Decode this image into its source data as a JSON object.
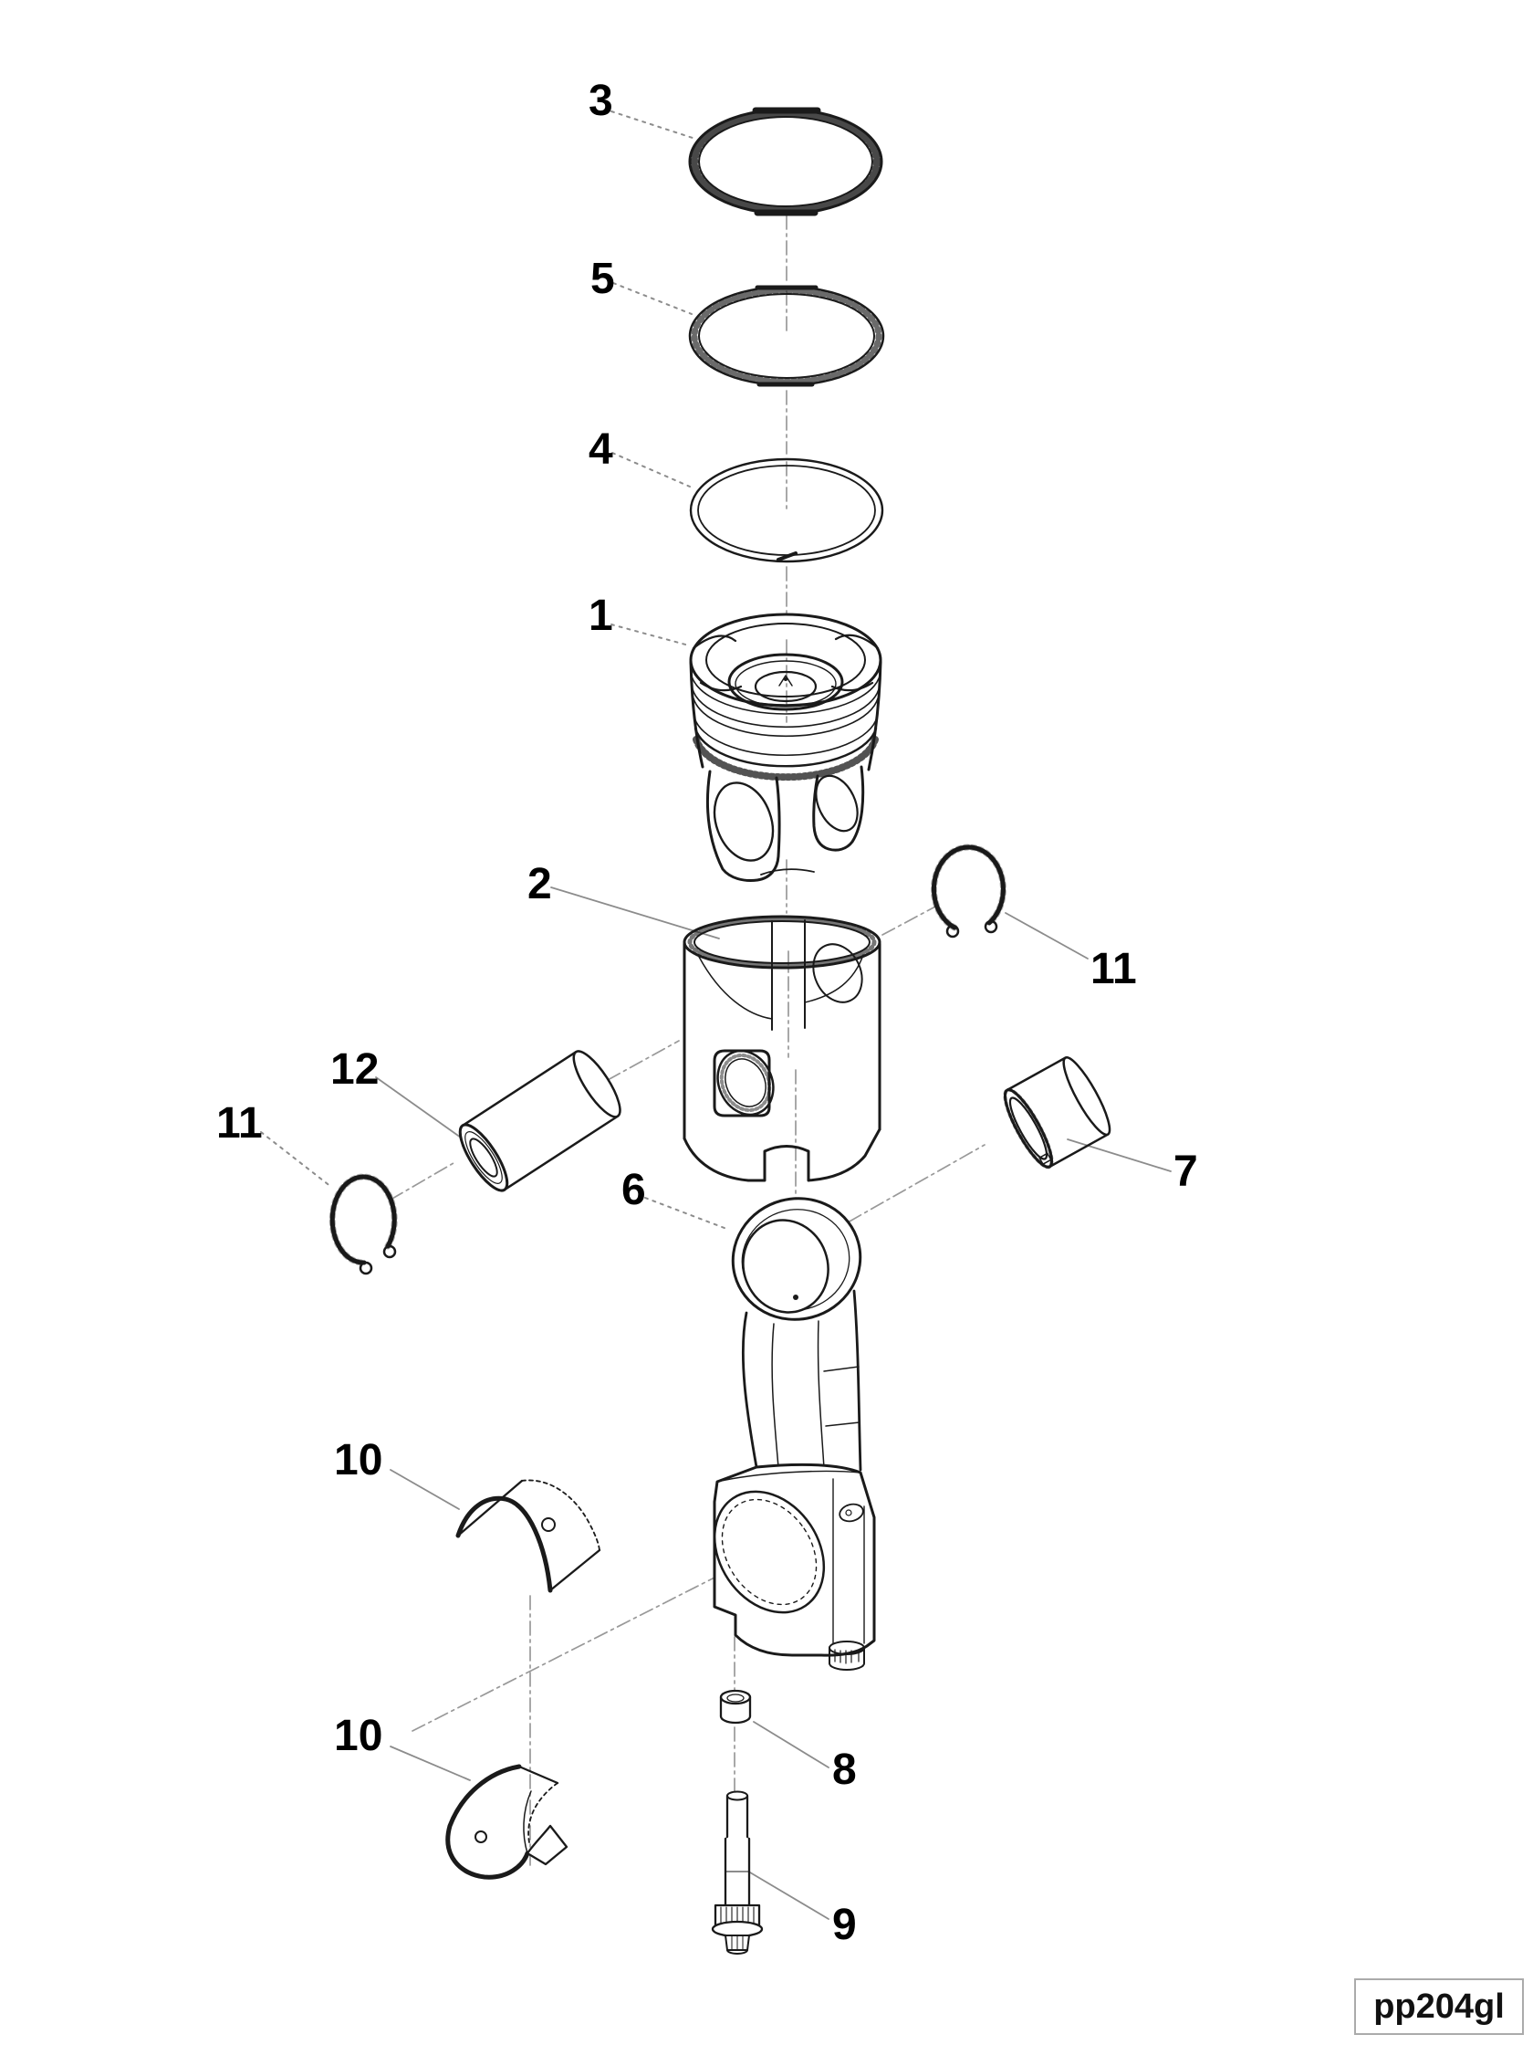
{
  "figure": {
    "kind": "exploded-parts-diagram"
  },
  "callouts": [
    {
      "number": "3"
    },
    {
      "number": "5"
    },
    {
      "number": "4"
    },
    {
      "number": "1"
    },
    {
      "number": "2"
    },
    {
      "number": "11"
    },
    {
      "number": "12"
    },
    {
      "number": "11"
    },
    {
      "number": "6"
    },
    {
      "number": "7"
    },
    {
      "number": "10"
    },
    {
      "number": "10"
    },
    {
      "number": "8"
    },
    {
      "number": "9"
    }
  ],
  "part_code": "pp204gl",
  "colors": {
    "line": "#1a1a1a",
    "leader": "#8c8c8c",
    "centerline": "#999999",
    "label": "#000000",
    "background": "#ffffff"
  }
}
